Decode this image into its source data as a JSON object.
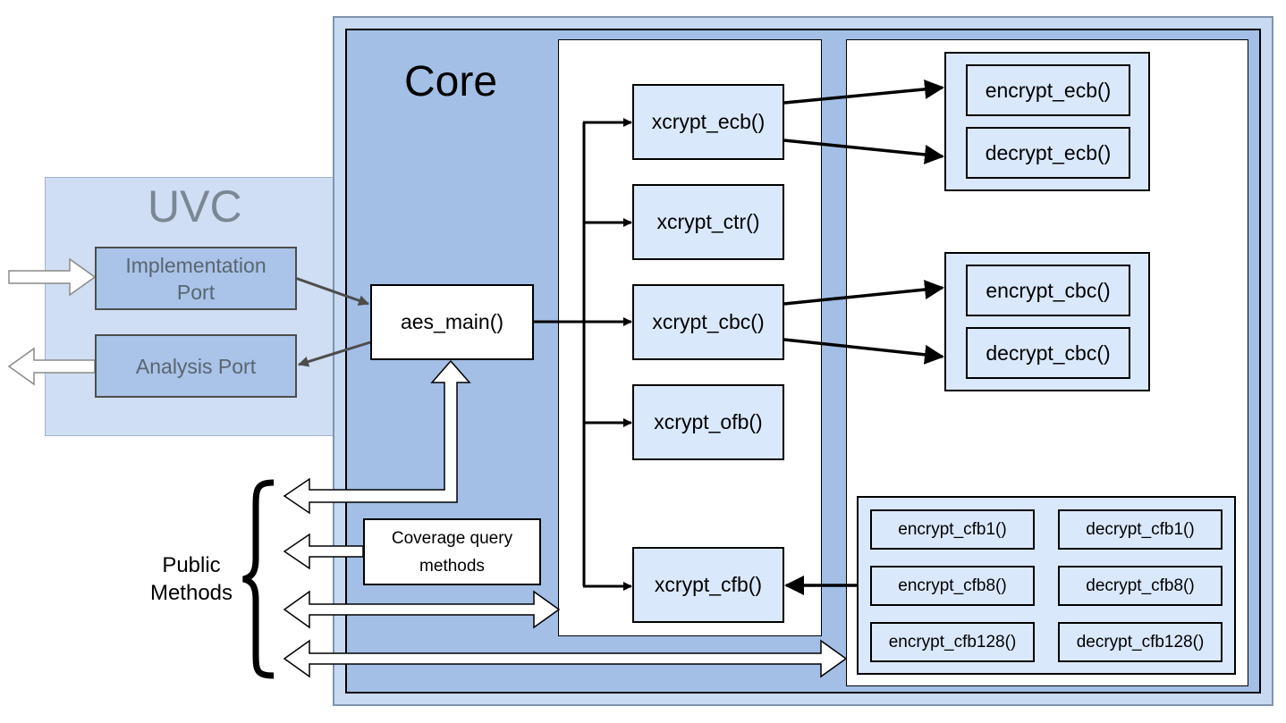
{
  "uvc": {
    "title": "UVC",
    "implementation_port": "Implementation\nPort",
    "analysis_port": "Analysis Port"
  },
  "core": {
    "title": "Core",
    "main_function": "aes_main()",
    "coverage_methods": "Coverage query\nmethods"
  },
  "xcrypt": {
    "ecb": "xcrypt_ecb()",
    "ctr": "xcrypt_ctr()",
    "cbc": "xcrypt_cbc()",
    "ofb": "xcrypt_ofb()",
    "cfb": "xcrypt_cfb()"
  },
  "modes": {
    "encrypt_ecb": "encrypt_ecb()",
    "decrypt_ecb": "decrypt_ecb()",
    "encrypt_cbc": "encrypt_cbc()",
    "decrypt_cbc": "decrypt_cbc()",
    "encrypt_cfb1": "encrypt_cfb1()",
    "decrypt_cfb1": "decrypt_cfb1()",
    "encrypt_cfb8": "encrypt_cfb8()",
    "decrypt_cfb8": "decrypt_cfb8()",
    "encrypt_cfb128": "encrypt_cfb128()",
    "decrypt_cfb128": "decrypt_cfb128()"
  },
  "public_methods_label": "Public\nMethods",
  "colors": {
    "outer_frame": "#c8daf2",
    "core_fill": "#a3bfe6",
    "uvc_fill": "#cfdef2",
    "box_fill": "#dae8fc",
    "port_fill": "#a9c4e8",
    "ink": "#000000",
    "muted_ink": "#5a6570"
  }
}
